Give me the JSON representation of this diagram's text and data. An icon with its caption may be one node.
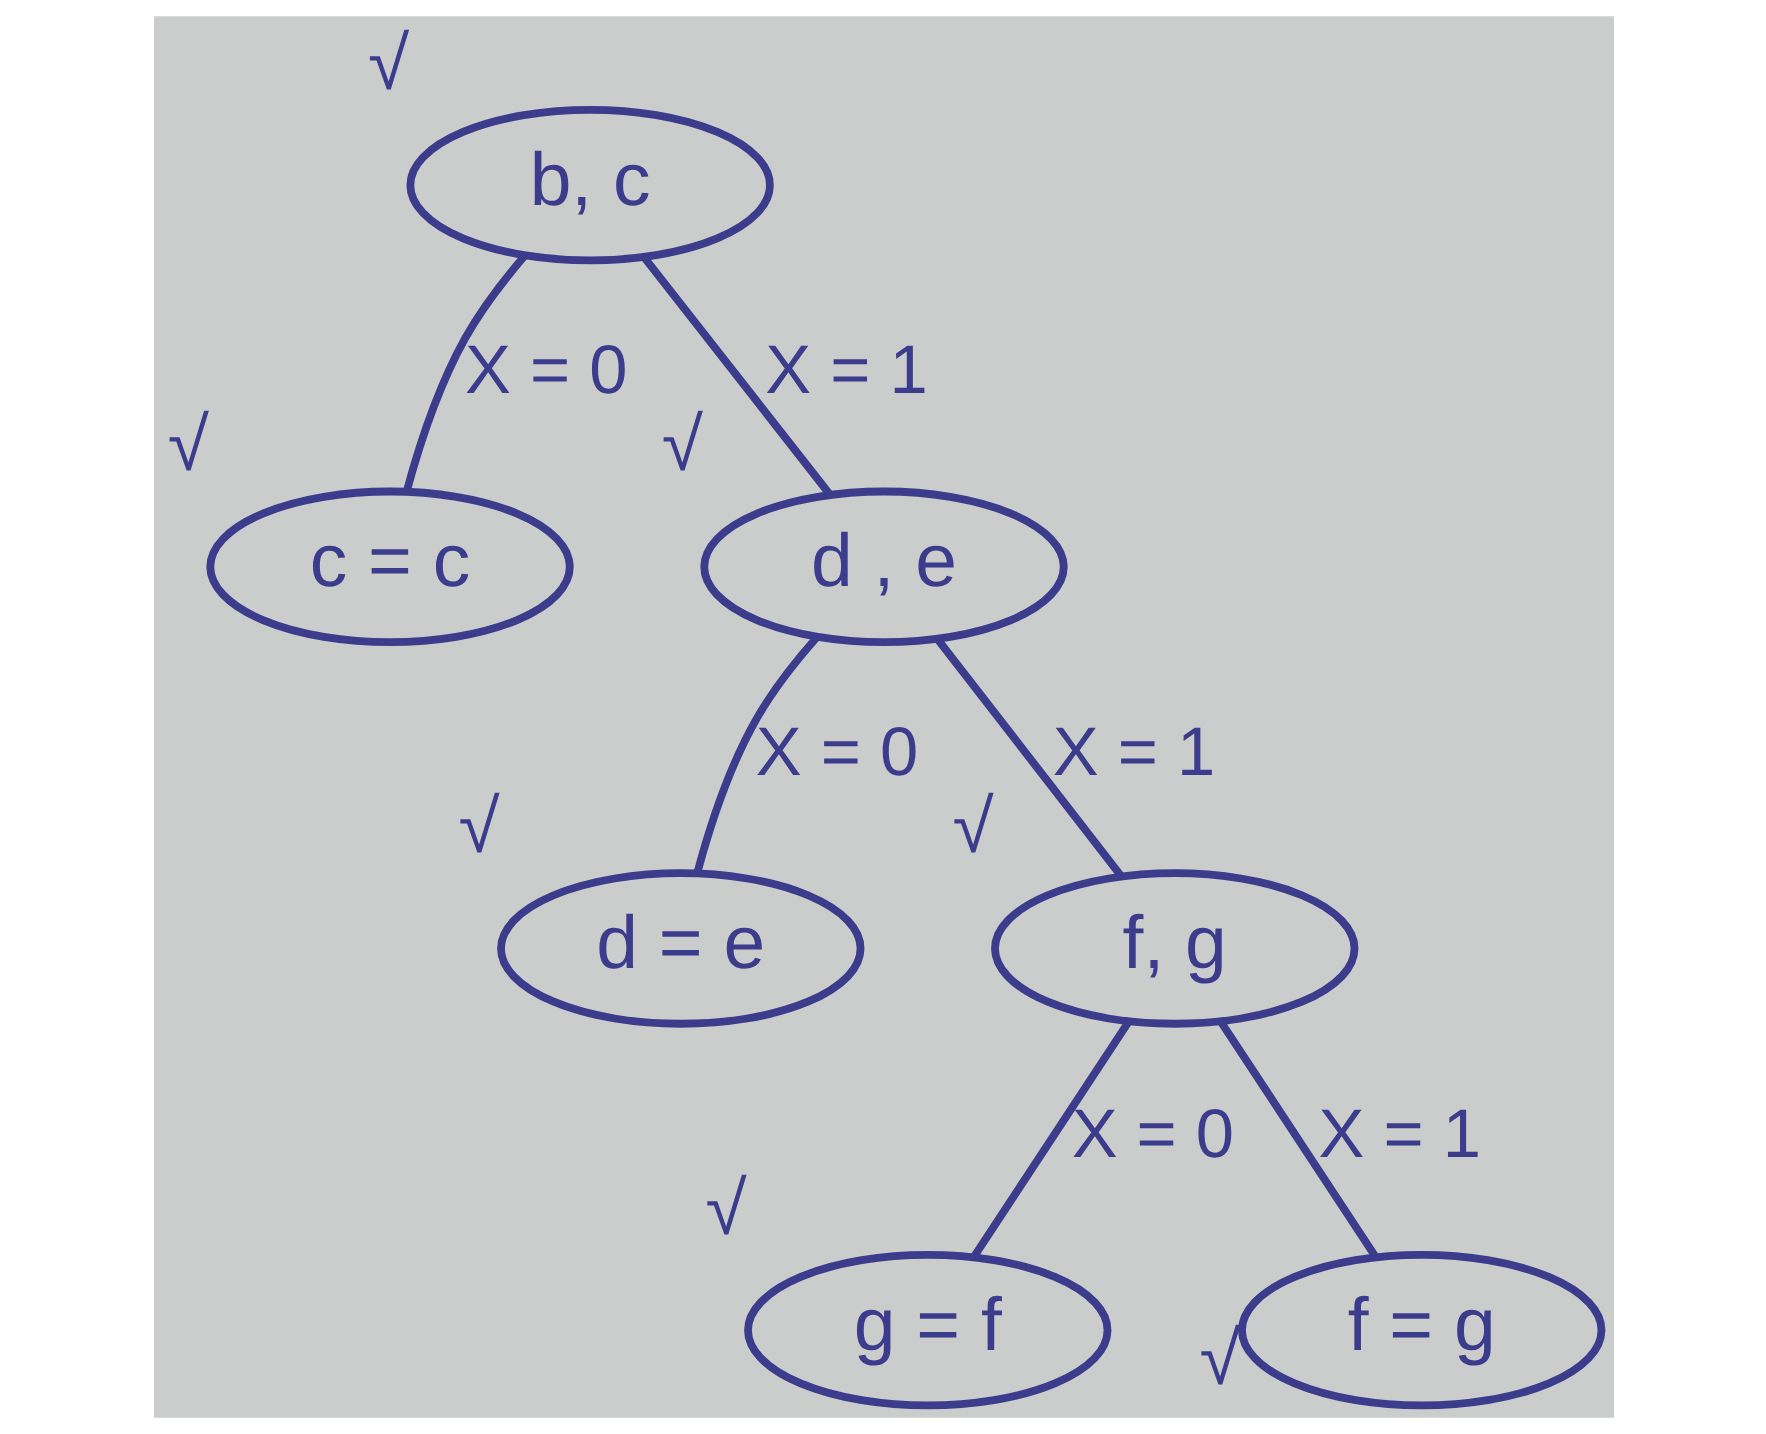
{
  "diagram": {
    "nodes": [
      {
        "text": [
          "b, c"
        ],
        "beside": [
          "√"
        ]
      },
      {
        "text": [
          "c = c"
        ],
        "beside": [
          "√"
        ]
      },
      {
        "text": [
          "d , e"
        ],
        "beside": [
          "√"
        ]
      },
      {
        "text": [
          "d = e"
        ],
        "beside": [
          "√"
        ]
      },
      {
        "text": [
          "f, g"
        ],
        "beside": [
          "√"
        ]
      },
      {
        "text": [
          "g = f"
        ],
        "beside": [
          "√"
        ]
      },
      {
        "text": [
          "f = g"
        ],
        "beside": [
          "√"
        ]
      }
    ],
    "edges": [
      {
        "from": 0,
        "to": 1,
        "arrow": "none",
        "label": "X = 0"
      },
      {
        "from": 0,
        "to": 2,
        "arrow": "none",
        "label": "X = 1"
      },
      {
        "from": 2,
        "to": 3,
        "arrow": "none",
        "label": "X = 0"
      },
      {
        "from": 2,
        "to": 4,
        "arrow": "none",
        "label": "X = 1"
      },
      {
        "from": 4,
        "to": 5,
        "arrow": "none",
        "label": "X = 0"
      },
      {
        "from": 4,
        "to": 6,
        "arrow": "none",
        "label": "X = 1"
      }
    ]
  }
}
